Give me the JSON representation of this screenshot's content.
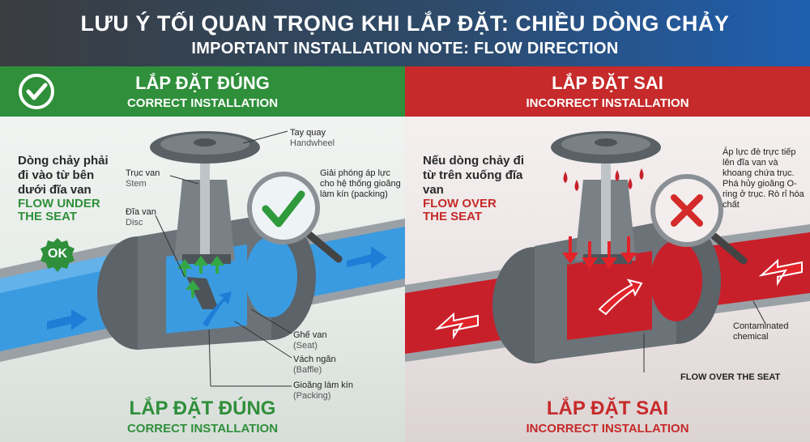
{
  "header": {
    "title_vi": "LƯU Ý TỐI QUAN TRỌNG KHI LẮP ĐẶT: CHIỀU DÒNG CHẢY",
    "title_en": "IMPORTANT INSTALLATION NOTE: FLOW DIRECTION"
  },
  "left": {
    "banner_vi": "LẮP ĐẶT ĐÚNG",
    "banner_en": "CORRECT INSTALLATION",
    "desc_vi": "Dòng chảy phải đi vào từ bên dưới đĩa van",
    "desc_en": "FLOW UNDER THE SEAT",
    "ok": "OK",
    "note": "Giải phóng áp lực cho hệ thống gioăng làm kín (packing)",
    "labels": {
      "handwheel_vi": "Tay quay",
      "handwheel_en": "Handwheel",
      "stem_vi": "Trục van",
      "stem_en": "Stem",
      "disc_vi": "Đĩa van",
      "disc_en": "Disc",
      "seat_vi": "Ghế van",
      "seat_en": "(Seat)",
      "baffle_vi": "Vách ngăn",
      "baffle_en": "(Baffle)",
      "packing_vi": "Gioăng làm kín",
      "packing_en": "(Packing)"
    },
    "footer_vi": "LẮP ĐẶT ĐÚNG",
    "footer_en": "CORRECT INSTALLATION"
  },
  "right": {
    "banner_vi": "LẮP ĐẶT SAI",
    "banner_en": "INCORRECT INSTALLATION",
    "desc_vi": "Nếu dòng chảy đi từ trên xuống đĩa van",
    "desc_en": "FLOW OVER THE SEAT",
    "note": "Áp lực đè trực tiếp lên đĩa van và khoang chứa trục. Phá hủy gioăng O-ring ở trục. Rò rỉ hóa chất",
    "contaminated": "Contaminated chemical",
    "flow_over": "FLOW OVER THE SEAT",
    "footer_vi": "LẮP ĐẶT SAI",
    "footer_en": "INCORRECT INSTALLATION"
  },
  "colors": {
    "green": "#2f8f3a",
    "red": "#c62a2a",
    "water": "#3b9be0",
    "chemical": "#c8202a",
    "pvc": "#6b7278"
  },
  "icons": [
    "check-circle-icon",
    "magnifier-check-icon",
    "magnifier-x-icon",
    "flow-arrow-icon",
    "ok-badge-icon",
    "drip-icon"
  ]
}
